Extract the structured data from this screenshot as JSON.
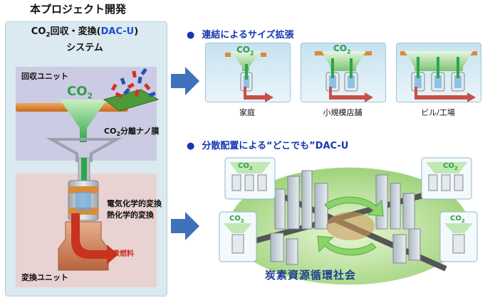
{
  "header": {
    "title": "本プロジェクト開発"
  },
  "system": {
    "title_line1_pre": "CO",
    "title_line1_sub": "2",
    "title_line1_mid": "回収・変換(",
    "title_line1_blue": "DAC-U",
    "title_line1_post": ")",
    "title_line2": "システム",
    "collect_label": "回収ユニット",
    "co2_pre": "CO",
    "co2_sub": "2",
    "membrane_pre": "CO",
    "membrane_sub": "2",
    "membrane_post": "分離ナノ膜",
    "electro_label": "電気化学的変換",
    "thermo_label": "熱化学的変換",
    "fuel_label": "炭素燃料",
    "convert_label": "変換ユニット"
  },
  "scale_section": {
    "bullet": "●",
    "title": "連結によるサイズ拡張",
    "tiles": [
      {
        "caption": "家庭",
        "units": 1
      },
      {
        "caption": "小規模店舗",
        "units": 2
      },
      {
        "caption": "ビル/工場",
        "units": 3
      }
    ],
    "co2_pre": "CO",
    "co2_sub": "2"
  },
  "distributed_section": {
    "bullet": "●",
    "title": "分散配置による“どこでも”DAC-U",
    "co2_pre": "CO",
    "co2_sub": "2",
    "society_label": "炭素資源循環社会"
  },
  "colors": {
    "arrow_blue": "#3f72b8",
    "funnel_green": "#2fa44a",
    "co2_green": "#2ea043",
    "fuel_red": "#c8321e",
    "unit_orange": "#d98b3a"
  }
}
